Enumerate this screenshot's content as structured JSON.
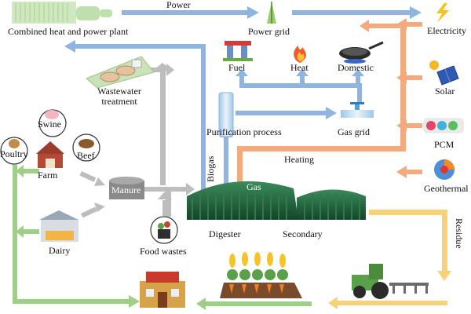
{
  "labels": {
    "power": "Power",
    "chp_plant": "Combined heat and power plant",
    "power_grid": "Power grid",
    "electricity": "Electricity",
    "fuel": "Fuel",
    "heat": "Heat",
    "domestic": "Domestic",
    "wastewater_line1": "Wastewater",
    "wastewater_line2": "treatment",
    "solar": "Solar",
    "swine": "Swine",
    "poultry": "Poultry",
    "beef": "Beef",
    "farm": "Farm",
    "purification": "Purification process",
    "gas_grid": "Gas grid",
    "pcm": "PCM",
    "biogas": "Biogas",
    "heating": "Heating",
    "manure": "Manure",
    "gas": "Gas",
    "geothermal": "Geothermal",
    "residue": "Residue",
    "digester": "Digester",
    "secondary": "Secondary",
    "dairy": "Dairy",
    "food_wastes": "Food wastes"
  },
  "colors": {
    "power_arrow": "#8fb4dd",
    "heat_arrow": "#f3aa7d",
    "gray_arrow": "#bdbdbd",
    "green_arrow": "#9fce86",
    "residue_arrow": "#f5d27a",
    "digester_dome": "#1f5e3a",
    "manure_tank": "#8a8a8a"
  }
}
